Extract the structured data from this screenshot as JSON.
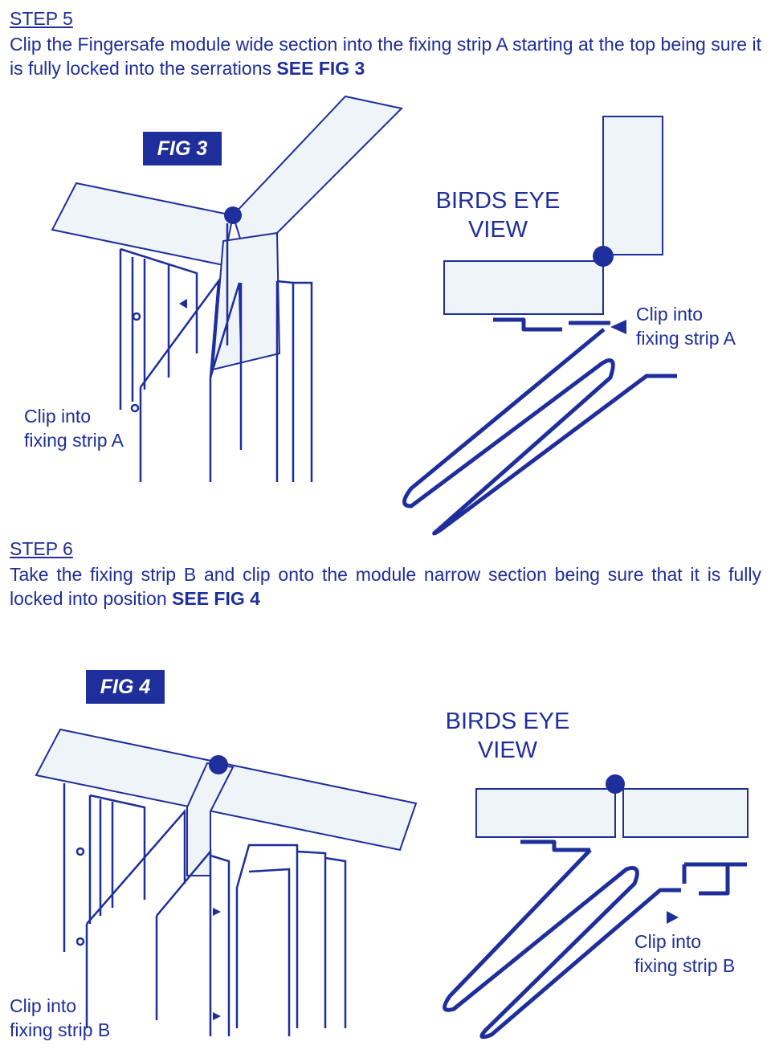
{
  "step5": {
    "title": "STEP 5",
    "text": "Clip the Fingersafe module wide section into the fixing strip A starting at the top being sure it is fully locked into the serrations ",
    "ref": "SEE FIG 3"
  },
  "fig3": {
    "tag": "FIG 3",
    "birds_eye_line1": "BIRDS EYE",
    "birds_eye_line2": "VIEW",
    "label_left_line1": "Clip into",
    "label_left_line2": "fixing strip A",
    "label_right_line1": "Clip into",
    "label_right_line2": "fixing strip A"
  },
  "step6": {
    "title": "STEP 6",
    "text": "Take the fixing strip B and clip onto the module narrow section being sure that it is fully locked into position ",
    "ref": "SEE FIG 4"
  },
  "fig4": {
    "tag": "FIG 4",
    "birds_eye_line1": "BIRDS EYE",
    "birds_eye_line2": "VIEW",
    "label_left_line1": "Clip into",
    "label_left_line2": "fixing strip B",
    "label_right_line1": "Clip into",
    "label_right_line2": "fixing strip B"
  },
  "colors": {
    "ink": "#1e2e9a",
    "panel_fill": "#eef4f8"
  }
}
